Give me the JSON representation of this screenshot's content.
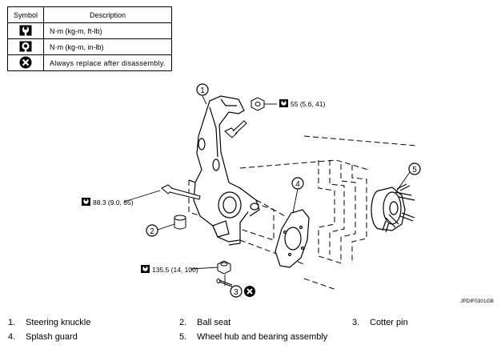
{
  "legend": {
    "header_symbol": "Symbol",
    "header_description": "Description",
    "rows": [
      {
        "icon": "torque-wrench-icon",
        "description": "N·m (kg-m, ft-lb)"
      },
      {
        "icon": "torque-wrench-small-icon",
        "description": "N·m (kg-m, in-lb)"
      },
      {
        "icon": "replace-icon",
        "description": "Always replace after disassembly."
      }
    ]
  },
  "torque_labels": {
    "top": "55 (5.6, 41)",
    "left": "88.3 (9.0, 65)",
    "bottom": "135.5 (14, 100)"
  },
  "callouts": [
    "1",
    "2",
    "3",
    "4",
    "5"
  ],
  "figure_code": "JPDIF0301GB",
  "parts": [
    {
      "num": "1.",
      "name": "Steering knuckle"
    },
    {
      "num": "2.",
      "name": "Ball seat"
    },
    {
      "num": "3.",
      "name": "Cotter pin"
    },
    {
      "num": "4.",
      "name": "Splash guard"
    },
    {
      "num": "5.",
      "name": "Wheel hub and bearing assembly"
    }
  ]
}
